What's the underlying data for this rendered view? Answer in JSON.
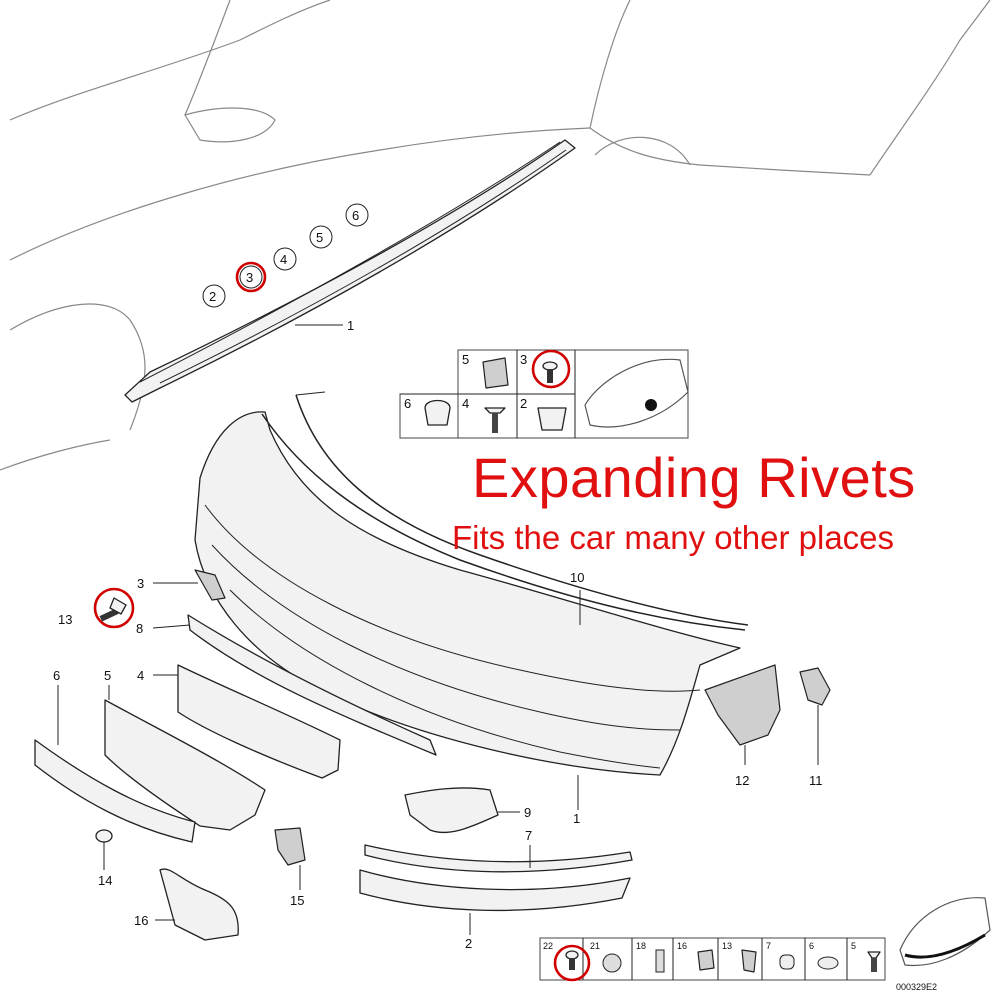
{
  "headline": "Expanding Rivets",
  "subline": "Fits the car many other places",
  "callouts": {
    "side": [
      "1",
      "2",
      "3",
      "4",
      "5",
      "6"
    ],
    "inset_top": [
      "5",
      "3",
      "6",
      "4",
      "2"
    ],
    "bumper": [
      "1",
      "2",
      "3",
      "4",
      "5",
      "6",
      "7",
      "8",
      "9",
      "10",
      "11",
      "12",
      "13",
      "14",
      "15",
      "16"
    ],
    "strip": [
      "22",
      "21",
      "18",
      "16",
      "13",
      "7",
      "6",
      "5"
    ]
  },
  "diagram_code": "000329E2",
  "highlight_color": "#d10000"
}
